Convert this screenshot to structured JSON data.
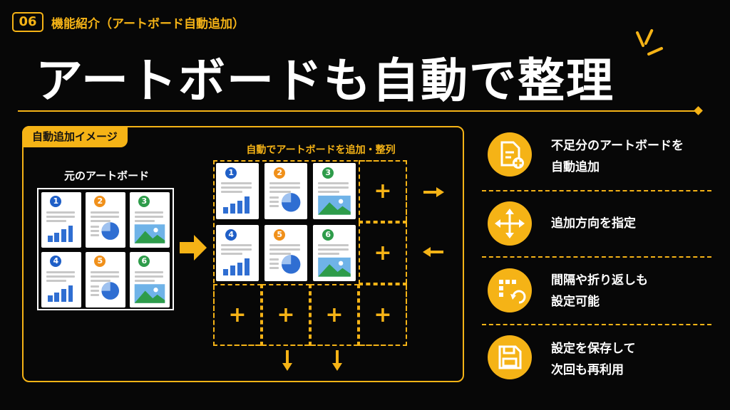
{
  "header": {
    "number": "06",
    "subtitle": "機能紹介（アートボード自動追加）",
    "title": "アートボードも自動で整理"
  },
  "panel": {
    "tag": "自動追加イメージ",
    "original_label": "元のアートボード",
    "auto_label": "自動でアートボードを追加・整列",
    "boards": [
      {
        "number": "1",
        "color": "#1f5fc7",
        "content": "bar-chart"
      },
      {
        "number": "2",
        "color": "#f0901a",
        "content": "pie-chart"
      },
      {
        "number": "3",
        "color": "#2e9c4a",
        "content": "image"
      },
      {
        "number": "4",
        "color": "#1f5fc7",
        "content": "bar-chart"
      },
      {
        "number": "5",
        "color": "#f0901a",
        "content": "pie-chart"
      },
      {
        "number": "6",
        "color": "#2e9c4a",
        "content": "image"
      }
    ],
    "plus_symbol": "+"
  },
  "features": [
    {
      "icon": "document-add-icon",
      "line1": "不足分のアートボードを",
      "line2": "自動追加"
    },
    {
      "icon": "move-arrows-icon",
      "line1": "追加方向を指定",
      "line2": ""
    },
    {
      "icon": "grid-refresh-icon",
      "line1": "間隔や折り返しも",
      "line2": "設定可能"
    },
    {
      "icon": "floppy-disk-icon",
      "line1": "設定を保存して",
      "line2": "次回も再利用"
    }
  ],
  "colors": {
    "accent": "#f5b316",
    "background": "#070707",
    "blue": "#1f5fc7",
    "orange": "#f0901a",
    "green": "#2e9c4a"
  }
}
